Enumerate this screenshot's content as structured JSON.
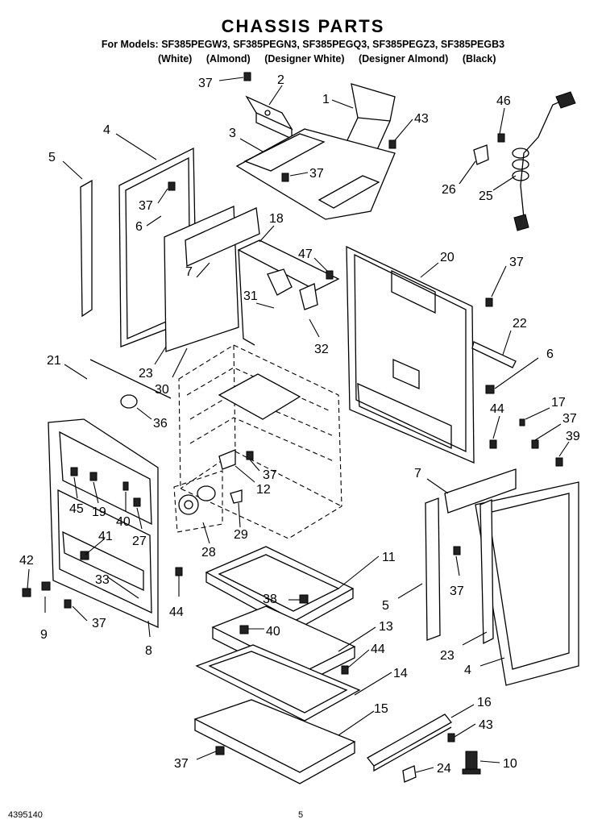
{
  "header": {
    "title": "CHASSIS PARTS",
    "models": "For Models: SF385PEGW3, SF385PEGN3, SF385PEGQ3, SF385PEGZ3, SF385PEGB3",
    "colors": [
      "(White)",
      "(Almond)",
      "(Designer White)",
      "(Designer Almond)",
      "(Black)"
    ]
  },
  "footer": {
    "doc_number": "4395140",
    "page_number": "5"
  },
  "callouts": {
    "c1": "1",
    "c2": "2",
    "c3": "3",
    "c4a": "4",
    "c4b": "4",
    "c5a": "5",
    "c5b": "5",
    "c6a": "6",
    "c6b": "6",
    "c7a": "7",
    "c7b": "7",
    "c8": "8",
    "c9": "9",
    "c10": "10",
    "c11": "11",
    "c12": "12",
    "c13": "13",
    "c14": "14",
    "c15": "15",
    "c16": "16",
    "c17": "17",
    "c18": "18",
    "c19": "19",
    "c20": "20",
    "c21": "21",
    "c22": "22",
    "c23a": "23",
    "c23b": "23",
    "c24": "24",
    "c25": "25",
    "c26": "26",
    "c27": "27",
    "c28": "28",
    "c29": "29",
    "c30": "30",
    "c31": "31",
    "c32": "32",
    "c33": "33",
    "c36": "36",
    "c37a": "37",
    "c37b": "37",
    "c37c": "37",
    "c37d": "37",
    "c37e": "37",
    "c37f": "37",
    "c37g": "37",
    "c37h": "37",
    "c37i": "37",
    "c38": "38",
    "c39": "39",
    "c40a": "40",
    "c40b": "40",
    "c41": "41",
    "c42": "42",
    "c43a": "43",
    "c43b": "43",
    "c44a": "44",
    "c44b": "44",
    "c44c": "44",
    "c45": "45",
    "c46": "46",
    "c47": "47"
  }
}
